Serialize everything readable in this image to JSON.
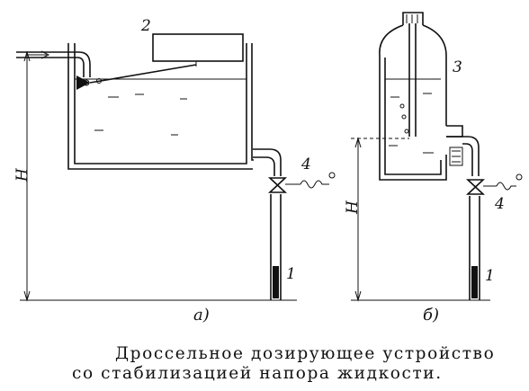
{
  "labels": {
    "valve_a": "4",
    "valve_b": "4",
    "pipe_a": "1",
    "pipe_b": "1",
    "float_box": "2",
    "bottle": "3",
    "height_a": "H",
    "height_b": "H",
    "sub_a": "а)",
    "sub_b": "б)"
  },
  "caption": {
    "line1": "Дроссельное дозирующее устройство",
    "line2": "со стабилизацией напора жидкости."
  }
}
